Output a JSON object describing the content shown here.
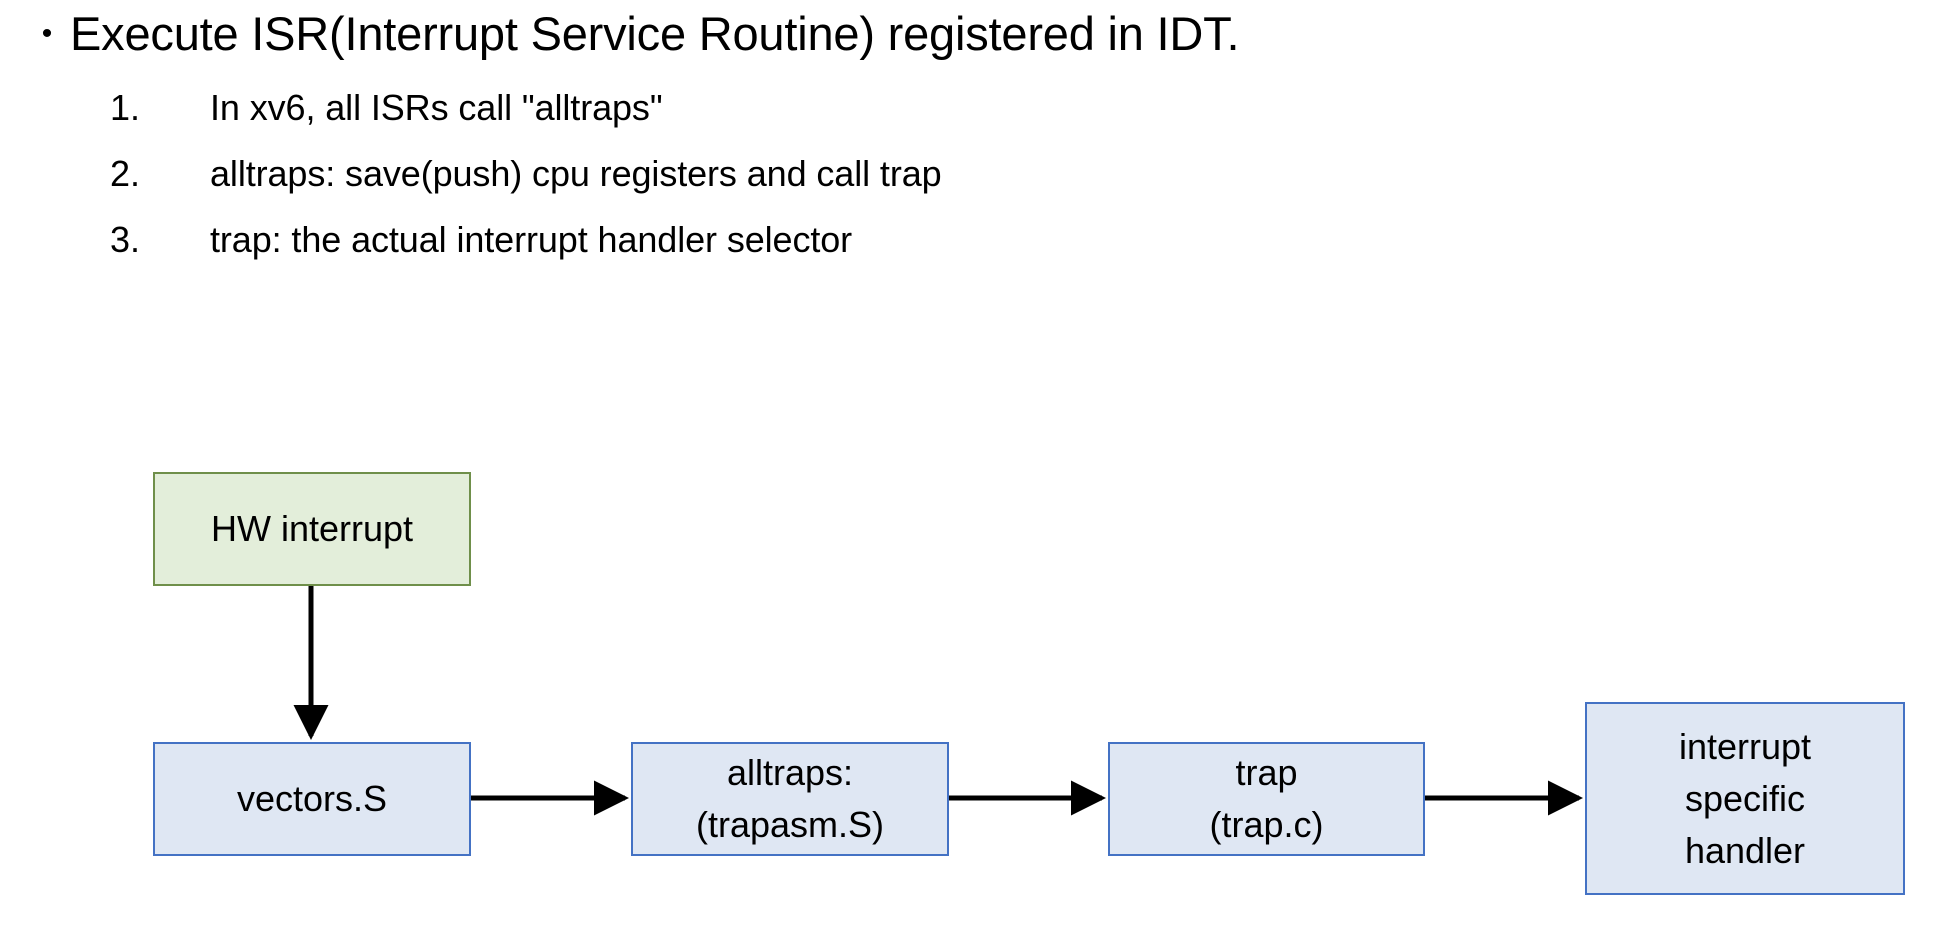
{
  "slide": {
    "bullet": {
      "glyph": "•",
      "text": "Execute ISR(Interrupt Service Routine) registered in IDT."
    },
    "numbered_items": [
      {
        "number": "1.",
        "text": "In xv6, all ISRs call \"alltraps\""
      },
      {
        "number": "2.",
        "text": "alltraps: save(push) cpu registers and call trap"
      },
      {
        "number": "3.",
        "text": "trap: the actual interrupt handler selector"
      }
    ]
  },
  "diagram": {
    "type": "flowchart",
    "nodes": [
      {
        "id": "hw-interrupt",
        "lines": [
          "HW interrupt"
        ],
        "fill": "#e3eeda",
        "border": "#6f8f4a"
      },
      {
        "id": "vectors",
        "lines": [
          "vectors.S"
        ],
        "fill": "#dfe7f3",
        "border": "#4472c4"
      },
      {
        "id": "alltraps",
        "lines": [
          "alltraps:",
          "(trapasm.S)"
        ],
        "fill": "#dfe7f3",
        "border": "#4472c4"
      },
      {
        "id": "trap",
        "lines": [
          "trap",
          "(trap.c)"
        ],
        "fill": "#dfe7f3",
        "border": "#4472c4"
      },
      {
        "id": "handler",
        "lines": [
          "interrupt",
          "specific",
          "handler"
        ],
        "fill": "#dfe7f3",
        "border": "#4472c4"
      }
    ],
    "edges": [
      {
        "from": "hw-interrupt",
        "to": "vectors",
        "direction": "down"
      },
      {
        "from": "vectors",
        "to": "alltraps",
        "direction": "right"
      },
      {
        "from": "alltraps",
        "to": "trap",
        "direction": "right"
      },
      {
        "from": "trap",
        "to": "handler",
        "direction": "right"
      }
    ],
    "edge_color": "#000000"
  }
}
